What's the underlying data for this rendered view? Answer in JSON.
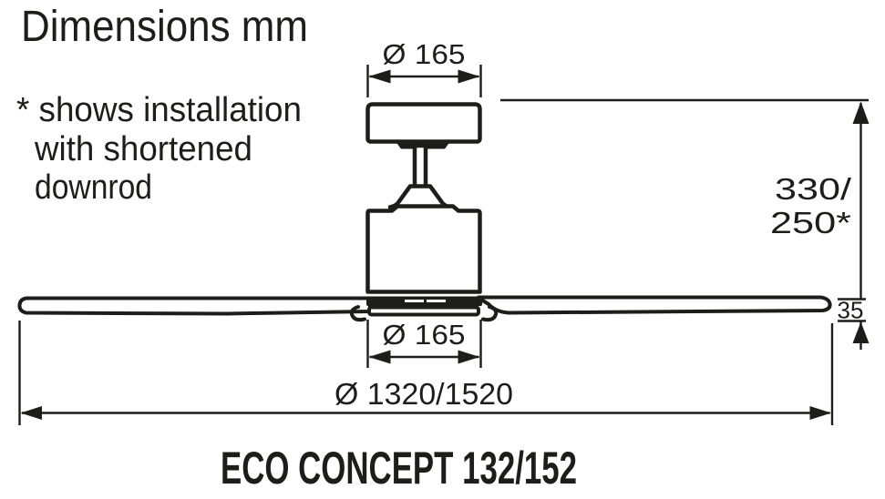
{
  "title": "Dimensions mm",
  "footnote": {
    "line1": "* shows installation",
    "line2": "with shortened",
    "line3": "downrod"
  },
  "diagram": {
    "canopy_diameter_label": "Ø 165",
    "motor_diameter_label": "Ø 165",
    "drop_height_label_line1": "330/",
    "drop_height_label_line2": "250*",
    "blade_depth_label": "35",
    "overall_diameter_label": "Ø 1320/1520"
  },
  "product_name": "ECO CONCEPT 132/152",
  "colors": {
    "ink": "#1d1d1b",
    "background": "#ffffff"
  }
}
